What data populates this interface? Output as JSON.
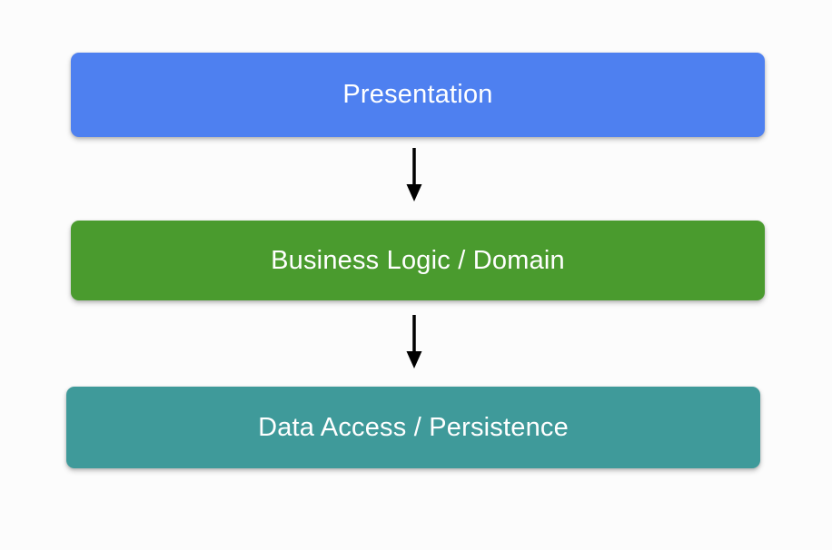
{
  "diagram": {
    "type": "layered-architecture",
    "background_color": "#fcfcfc",
    "layers": [
      {
        "id": "presentation",
        "label": "Presentation",
        "color": "#4e80f0",
        "text_color": "#ffffff",
        "order": 1
      },
      {
        "id": "business-logic",
        "label": "Business Logic / Domain",
        "color": "#4a9b2e",
        "text_color": "#ffffff",
        "order": 2
      },
      {
        "id": "data-access",
        "label": "Data Access / Persistence",
        "color": "#3f9a9a",
        "text_color": "#ffffff",
        "order": 3
      }
    ],
    "connectors": [
      {
        "id": "presentation-to-business",
        "from": "presentation",
        "to": "business-logic",
        "direction": "down",
        "color": "#000000",
        "style": "solid-arrow"
      },
      {
        "id": "business-to-data",
        "from": "business-logic",
        "to": "data-access",
        "direction": "down",
        "color": "#000000",
        "style": "solid-arrow"
      }
    ]
  }
}
